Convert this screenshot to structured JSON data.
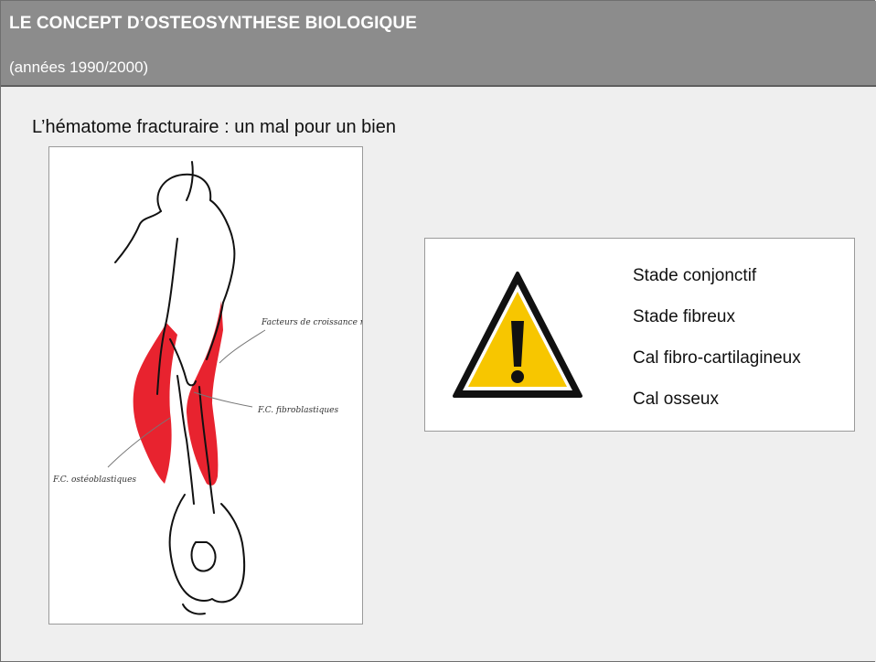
{
  "header": {
    "title": "LE CONCEPT D’OSTEOSYNTHESE BIOLOGIQUE",
    "subtitle": "(années 1990/2000)"
  },
  "heading": "L’hématome fracturaire : un mal pour un bien",
  "figure": {
    "annotations": {
      "facteurs": "Facteurs de croissance régulateurs",
      "fibroblastiques": "F.C. fibroblastiques",
      "osteoblastiques": "F.C. ostéoblastiques"
    },
    "hematoma_color": "#e8232f"
  },
  "warning": {
    "icon": "warning-triangle-icon",
    "icon_color": "#f7c600",
    "stages": [
      "Stade conjonctif",
      "Stade fibreux",
      "Cal fibro-cartilagineux",
      "Cal osseux"
    ]
  }
}
